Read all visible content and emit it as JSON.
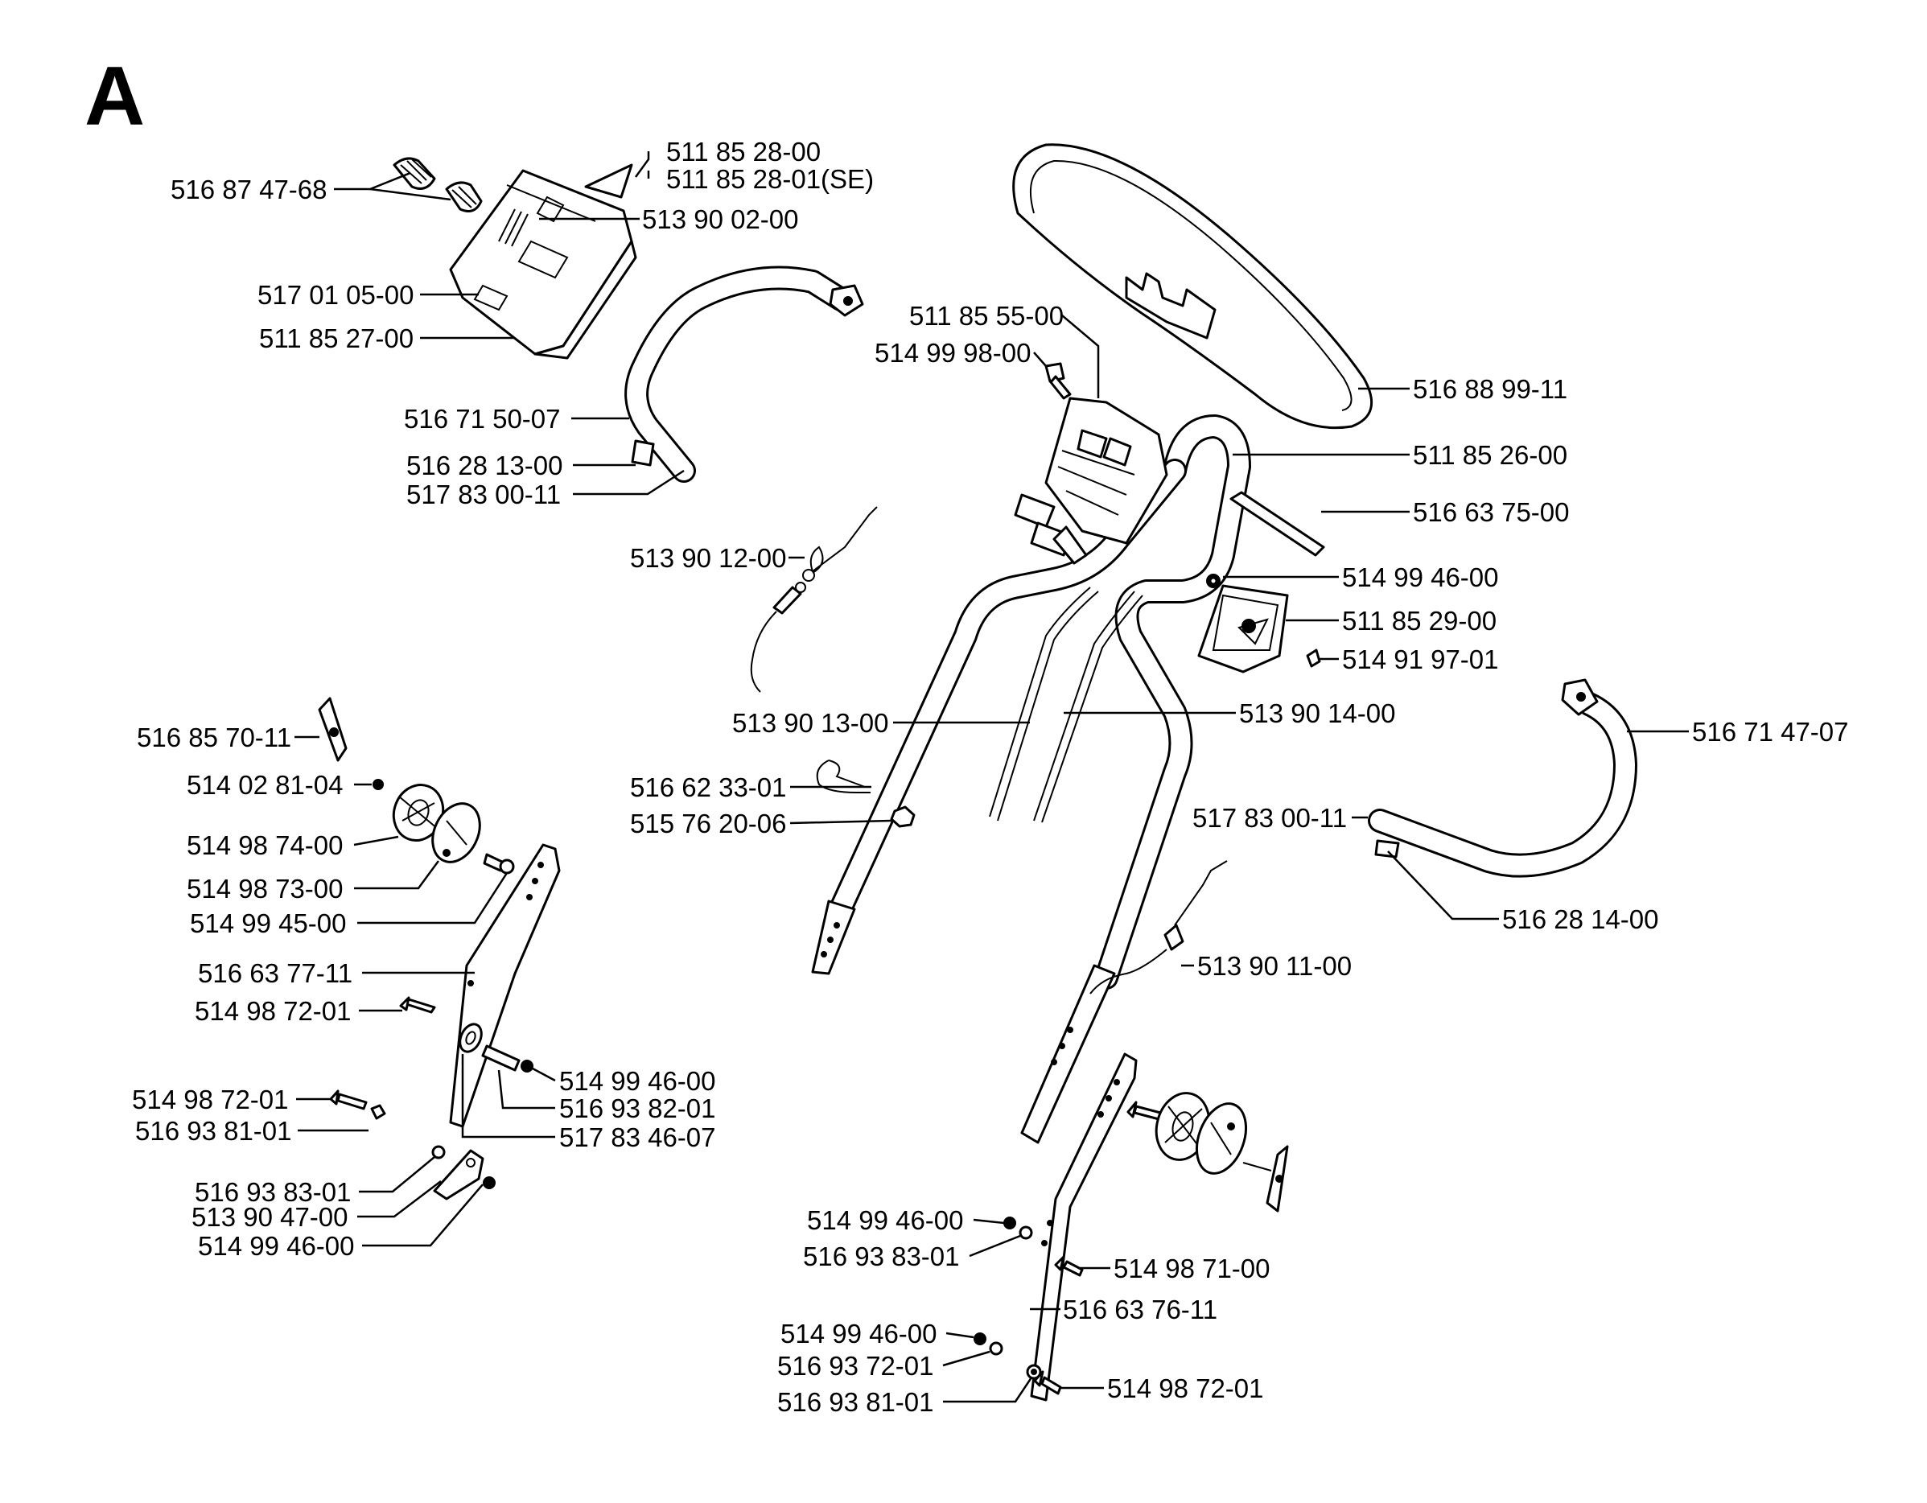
{
  "section_letter": "A",
  "callouts": [
    {
      "id": "c01",
      "text": "511 85 28-00"
    },
    {
      "id": "c02",
      "text": "511 85 28-01(SE)"
    },
    {
      "id": "c03",
      "text": "516 87 47-68"
    },
    {
      "id": "c04",
      "text": "513 90 02-00"
    },
    {
      "id": "c05",
      "text": "517 01 05-00"
    },
    {
      "id": "c06",
      "text": "511 85 27-00"
    },
    {
      "id": "c07",
      "text": "511 85 55-00"
    },
    {
      "id": "c08",
      "text": "514 99 98-00"
    },
    {
      "id": "c09",
      "text": "516 88 99-11"
    },
    {
      "id": "c10",
      "text": "516 71 50-07"
    },
    {
      "id": "c11",
      "text": "516 28 13-00"
    },
    {
      "id": "c12",
      "text": "517 83 00-11"
    },
    {
      "id": "c13",
      "text": "511 85 26-00"
    },
    {
      "id": "c14",
      "text": "516 63 75-00"
    },
    {
      "id": "c15",
      "text": "513 90 12-00"
    },
    {
      "id": "c16",
      "text": "514 99 46-00"
    },
    {
      "id": "c17",
      "text": "511 85 29-00"
    },
    {
      "id": "c18",
      "text": "514 91 97-01"
    },
    {
      "id": "c19",
      "text": "513 90 13-00"
    },
    {
      "id": "c20",
      "text": "513 90 14-00"
    },
    {
      "id": "c21",
      "text": "516 85 70-11"
    },
    {
      "id": "c22",
      "text": "516 71 47-07"
    },
    {
      "id": "c23",
      "text": "514 02 81-04"
    },
    {
      "id": "c24",
      "text": "516 62 33-01"
    },
    {
      "id": "c25",
      "text": "515 76 20-06"
    },
    {
      "id": "c26",
      "text": "517 83 00-11"
    },
    {
      "id": "c27",
      "text": "514 98 74-00"
    },
    {
      "id": "c28",
      "text": "514 98 73-00"
    },
    {
      "id": "c29",
      "text": "516 28 14-00"
    },
    {
      "id": "c30",
      "text": "514 99 45-00"
    },
    {
      "id": "c31",
      "text": "516 63 77-11"
    },
    {
      "id": "c32",
      "text": "513 90 11-00"
    },
    {
      "id": "c33",
      "text": "514 98 72-01"
    },
    {
      "id": "c34",
      "text": "514 99 46-00"
    },
    {
      "id": "c35",
      "text": "514 98 72-01"
    },
    {
      "id": "c36",
      "text": "516 93 82-01"
    },
    {
      "id": "c37",
      "text": "516 93 81-01"
    },
    {
      "id": "c38",
      "text": "517 83 46-07"
    },
    {
      "id": "c39",
      "text": "516 93 83-01"
    },
    {
      "id": "c40",
      "text": "513 90 47-00"
    },
    {
      "id": "c41",
      "text": "514 99 46-00"
    },
    {
      "id": "c42",
      "text": "514 99 46-00"
    },
    {
      "id": "c43",
      "text": "516 93 83-01"
    },
    {
      "id": "c44",
      "text": "514 98 71-00"
    },
    {
      "id": "c45",
      "text": "516 63 76-11"
    },
    {
      "id": "c46",
      "text": "514 99 46-00"
    },
    {
      "id": "c47",
      "text": "516 93 72-01"
    },
    {
      "id": "c48",
      "text": "514 98 72-01"
    },
    {
      "id": "c49",
      "text": "516 93 81-01"
    }
  ]
}
